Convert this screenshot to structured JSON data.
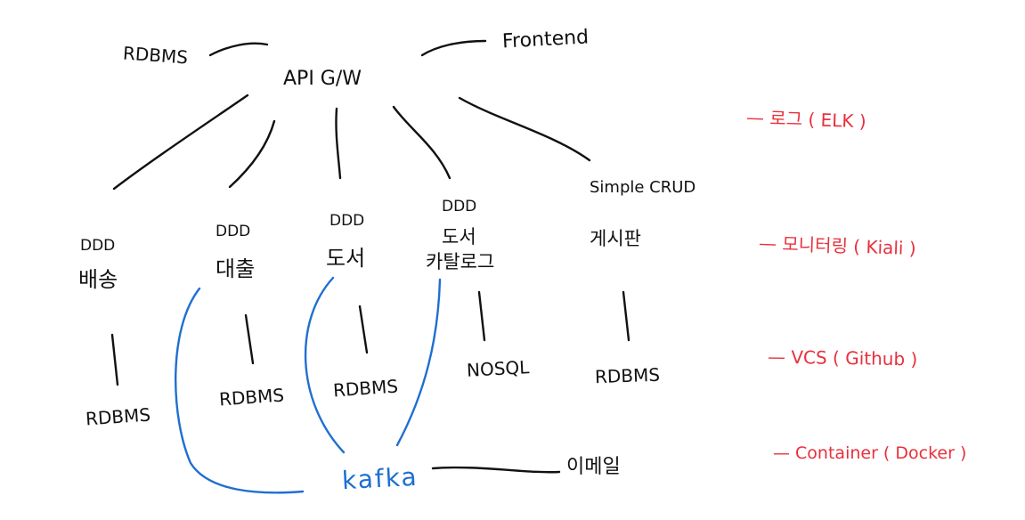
{
  "colors": {
    "ink": "#111111",
    "red": "#e8303c",
    "blue": "#1f6fd1"
  },
  "top": {
    "gateway": "API  G/W",
    "rdbms": "RDBMS",
    "frontend": "Frontend"
  },
  "services": [
    {
      "type": "DDD",
      "name": "배송",
      "db": "RDBMS"
    },
    {
      "type": "DDD",
      "name": "대출",
      "db": "RDBMS"
    },
    {
      "type": "DDD",
      "name": "도서",
      "db": "RDBMS"
    },
    {
      "type": "DDD",
      "name": "도서",
      "name2": "카탈로그",
      "db": "NOSQL"
    },
    {
      "type": "Simple CRUD",
      "name": "게시판",
      "db": "RDBMS"
    }
  ],
  "messaging": {
    "broker": "kafka",
    "email": "이메일"
  },
  "infra": [
    "— 로그 ( ELK )",
    "— 모니터링 ( Kiali )",
    "— VCS ( Github )",
    "— Container ( Docker )"
  ]
}
